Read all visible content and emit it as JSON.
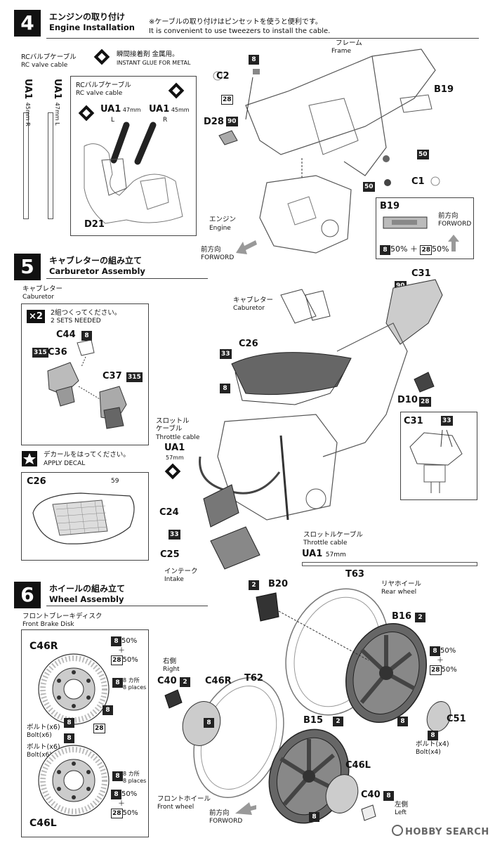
{
  "step4": {
    "num": "4",
    "title_jp": "エンジンの取り付け",
    "title_en": "Engine Installation",
    "note_jp": "※ケーブルの取り付けはピンセットを使うと便利です。",
    "note_en": "It is convenient to use tweezers to install the cable.",
    "rc_cable_jp": "RCバルブケーブル",
    "rc_cable_en": "RC valve cable",
    "glue_jp": "瞬間接着剤 金属用。",
    "glue_en": "INSTANT GLUE FOR METAL",
    "ua1_a": "UA1",
    "ua1_a_len": "45mm R",
    "ua1_b": "UA1",
    "ua1_b_len": "47mm L",
    "box_cable_jp": "RCバルブケーブル",
    "box_cable_en": "RC valve cable",
    "box_ua1_l": "UA1",
    "box_ua1_l_len": "47mm",
    "box_ua1_l_side": "L",
    "box_ua1_r": "UA1",
    "box_ua1_r_len": "45mm",
    "box_ua1_r_side": "R",
    "d21": "D21",
    "c2": "C2",
    "d28": "D28",
    "b19": "B19",
    "c1": "C1",
    "frame_jp": "フレーム",
    "frame_en": "Frame",
    "engine_jp": "エンジン",
    "engine_en": "Engine",
    "forward_jp": "前方向",
    "forward_en": "FORWORD",
    "b19box_title": "B19",
    "b19box_fwd_jp": "前方向",
    "b19box_fwd_en": "FORWORD",
    "b19box_mix": "50% ＋ ",
    "b19box_mix2": "50%",
    "badge8": "8",
    "badge28": "28",
    "badge90": "90",
    "badge50": "50"
  },
  "step5": {
    "num": "5",
    "title_jp": "キャブレターの組み立て",
    "title_en": "Carburetor Assembly",
    "carb_jp": "キャブレター",
    "carb_en": "Caburetor",
    "x2": "×2",
    "sets_jp": "2組つくってください。",
    "sets_en": "2 SETS NEEDED",
    "c44": "C44",
    "c36": "C36",
    "c37": "C37",
    "decal_jp": "デカールをはってください。",
    "decal_en": "APPLY DECAL",
    "c26box": "C26",
    "decal_no": "59",
    "carb2_jp": "キャブレター",
    "carb2_en": "Caburetor",
    "c26": "C26",
    "c31": "C31",
    "d10": "D10",
    "throttle_jp": "スロットル\nケーブル",
    "throttle_en": "Throttle cable",
    "ua1": "UA1",
    "ua1_len": "57mm",
    "c24": "C24",
    "c25": "C25",
    "intake_jp": "インテーク",
    "intake_en": "Intake",
    "c31box": "C31",
    "throttle2_jp": "スロットルケーブル",
    "throttle2_en": "Throttle cable",
    "ua1b": "UA1",
    "ua1b_len": "57mm",
    "badge315": "315",
    "badge33": "33",
    "badge8": "8",
    "badge90": "90",
    "badge28": "28"
  },
  "step6": {
    "num": "6",
    "title_jp": "ホイールの組み立て",
    "title_en": "Wheel Assembly",
    "disk_jp": "フロントブレーキディスク",
    "disk_en": "Front Brake Disk",
    "c46r": "C46R",
    "c46l": "C46L",
    "mix_a": "50%",
    "plus": "＋",
    "mix_b": "50%",
    "places_jp": "8 カ所",
    "places_en": "8 places",
    "bolt_jp": "ボルト(x6)",
    "bolt_en": "Bolt(x6)",
    "right_jp": "右側",
    "right_en": "Right",
    "left_jp": "左側",
    "left_en": "Left",
    "c40": "C40",
    "t62": "T62",
    "t63": "T63",
    "b20": "B20",
    "b16": "B16",
    "b15": "B15",
    "c51": "C51",
    "rear_jp": "リヤホイール",
    "rear_en": "Rear wheel",
    "front_jp": "フロントホイール",
    "front_en": "Front wheel",
    "forward_jp": "前方向",
    "forward_en": "FORWORD",
    "bolt4_jp": "ボルト(x4)",
    "bolt4_en": "Bolt(x4)",
    "badge8": "8",
    "badge28": "28",
    "badge2": "2"
  },
  "watermark": "HOBBY SEARCH",
  "colors": {
    "ink": "#111111",
    "gray": "#888888",
    "paper": "#ffffff"
  }
}
